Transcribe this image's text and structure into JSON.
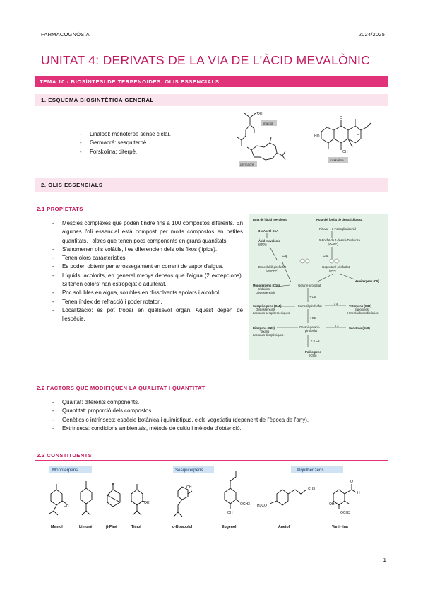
{
  "header": {
    "course": "FARMACOGNÒSIA",
    "year": "2024/2025"
  },
  "unit_title": "UNITAT 4: DERIVATS DE LA VIA DE L'ÀCID MEVALÒNIC",
  "topic_band": "TEMA 10 - BIOSÍNTESI DE TERPENOIDES. OLIS ESSENCIALS",
  "section1": {
    "heading": "1.   ESQUEMA BIOSINTÈTICA GENERAL",
    "items": [
      "Linalool: monoterpè sense ciclar.",
      "Germacré: sesquiterpè.",
      "Forskolina: diterpè."
    ],
    "figure_labels": {
      "linalool": "linalool",
      "germacre": "germacré",
      "forskolin": "forskolina"
    }
  },
  "section2": {
    "heading": "2.   OLIS ESSENCIALS"
  },
  "sub21": {
    "heading": "2.1 PROPIETATS",
    "items": [
      "Mescles complexes que poden tindre fins a 100 compostos diferents. En algunes l'oli essencial està compost per molts compostos en petites quantitats, i altres que tenen pocs components en grans quantitats.",
      "S'anomenen olis volàtils, i es diferencien dels olis fixos (lípids).",
      "Tenen olors característics.",
      "Es poden obtenir per arrossegament en corrent de vapor d'aigua.",
      "Líquids, acolorits, en general menys densos que l'aigua (2 excepcions). Si tenen colors' han estropejat o adulterat.",
      "Poc solubles en aigua, solubles en dissolvents apolars i alcohol.",
      "Tenen índex de refracció i poder rotatori.",
      "Localització: es pot trobar en qualsevol òrgan. Aquest depèn de l'espècie."
    ],
    "pathway": {
      "col1_title": "Ruta de l'àcid mevalònic",
      "col2_title": "Ruta del fosfat de desoxixilulosa",
      "acetyl": "3 x Acetil-CoA",
      "mva": "Àcid mevalònic",
      "mva2": "(MVA)",
      "pyruvate": "Piruvat + 3-Fosfoglicaldehid",
      "dxp1": "5-Fosfat de 1-desoxi-D-xilulosa",
      "dxp2": "(DOXP)",
      "dmapp1": "Dimetilal·lil-pirofosfat",
      "dmapp2": "(DMAPP)",
      "ipp1": "Isopentenil-pirofosfat",
      "ipp2": "(IPP)",
      "tail": "\"Cap\"",
      "head": "\"Cua\"",
      "hemiterpens": "Hemiterpens (C5)",
      "monoterpens": "Monoterpens (C10)",
      "mono_sub1": "Iridoides",
      "mono_sub2": "Olis essencials",
      "gpp": "Geranil-pirofosfat",
      "plus1": "+ C5",
      "sesq": "Sesquiterpens (C15)",
      "sesq_sub1": "Olis essencials",
      "sesq_sub2": "Lactones sesquiterpèniques",
      "fpp": "Farnesil-pirofosfat",
      "x2a": "x 2",
      "triterp": "Triterpens (C30)",
      "tri_sub1": "Saponines",
      "tri_sub2": "Heteròsids cardiotònics",
      "plus2": "+ C5",
      "diterp": "Diterpens (C20)",
      "di_sub1": "Taxans",
      "di_sub2": "Lactones diterpèniques",
      "ggpp1": "Geranil-geranil-",
      "ggpp2": "pirofosfat",
      "x2b": "x 2",
      "carot": "Carotens (C40)",
      "plusn": "+ n C5",
      "polit": "Politerpens",
      "polit2": "(C5)n"
    }
  },
  "sub22": {
    "heading": "2.2 FACTORS QUE MODIFIQUEN LA QUALITAT I QUANTITAT",
    "items": [
      "Qualitat: diferents components.",
      "Quantitat: proporció dels compostos.",
      "Genètics o intrínsecs: espècie botànica i quimiotipus, cicle vegetiatiu (depenent de l'època de l'any).",
      "Extrínsecs: condicions ambientals, mètode de cultiu i mètode d'obtenció."
    ]
  },
  "sub23": {
    "heading": "2.3 CONSTITUENTS",
    "groups": {
      "mono": "Monoterpens",
      "sesq": "Sesquiterpens",
      "alq": "Alquilbenzens"
    },
    "compounds": [
      "Mentol",
      "Limoné",
      "β-Piné",
      "Timol",
      "α-Bisabolol",
      "Eugenol",
      "Anetol",
      "Vanil·lina"
    ],
    "chem": {
      "oh": "OH",
      "och3": "OCH3",
      "h3co": "H3CO",
      "ch3": "CH3",
      "h": "H",
      "o": "O"
    }
  },
  "page_number": "1",
  "colors": {
    "accent": "#c2185b",
    "band": "#e0337a",
    "light_band": "#fbe3ee",
    "figure_bg": "#e3f1e6"
  }
}
